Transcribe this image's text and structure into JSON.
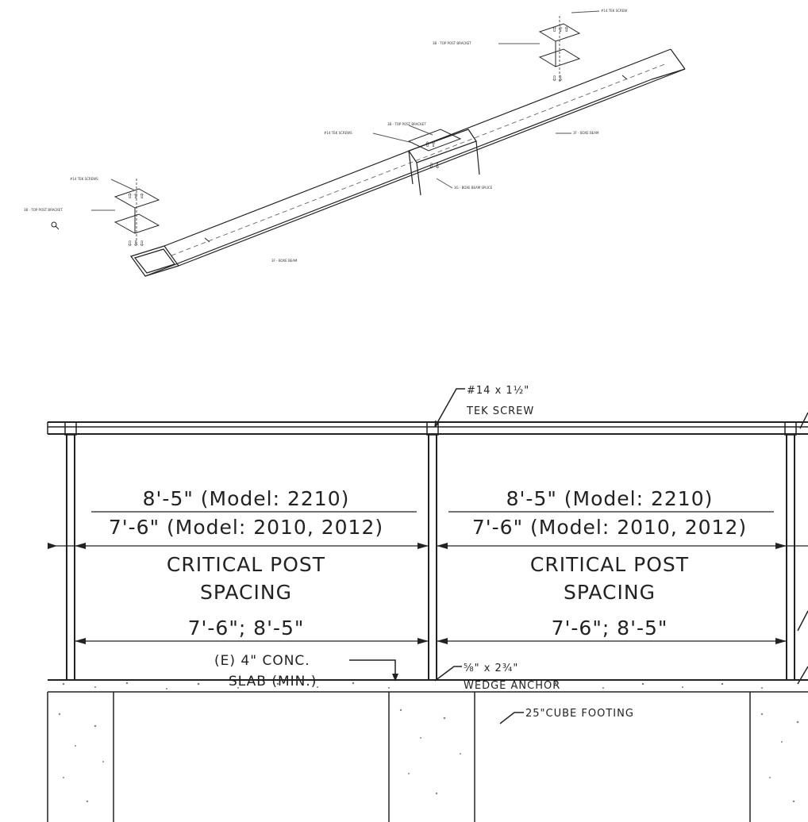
{
  "isometric": {
    "view_label": "",
    "labels": {
      "screw_top": "#14 TEK SCREW",
      "bracket_top": "3B - TOP POST BRACKET",
      "bracket_mid": "3B - TOP POST BRACKET",
      "screw_mid": "#14 TEK SCREWS",
      "beam_right": "3F - BOXE BEAM",
      "splice": "3G - BOXE BEAM SPLICE",
      "screw_left": "#14 TEK SCREWS",
      "bracket_left": "3B - TOP POST BRACKET",
      "beam_bottom": "3F - BOXE BEAM",
      "beam_text_1": "",
      "beam_text_2": ""
    }
  },
  "elevation": {
    "screw_note_line1": "#14 x 1½\"",
    "screw_note_line2": "TEK SCREW",
    "bay_left": {
      "model_top": "8'-5\" (Model: 2210)",
      "model_bottom": "7'-6\" (Model: 2010, 2012)",
      "critical_line1": "CRITICAL POST",
      "critical_line2": "SPACING",
      "spacing": "7'-6\"; 8'-5\""
    },
    "bay_right": {
      "model_top": "8'-5\" (Model: 2210)",
      "model_bottom": "7'-6\" (Model: 2010, 2012)",
      "critical_line1": "CRITICAL POST",
      "critical_line2": "SPACING",
      "spacing": "7'-6\"; 8'-5\""
    },
    "slab_note_line1": "(E) 4\" CONC.",
    "slab_note_line2": "SLAB (MIN.)",
    "anchor_note_line1": "⅝\" x 2¾\"",
    "anchor_note_line2": "WEDGE ANCHOR",
    "footing_note": "25\"CUBE FOOTING"
  }
}
